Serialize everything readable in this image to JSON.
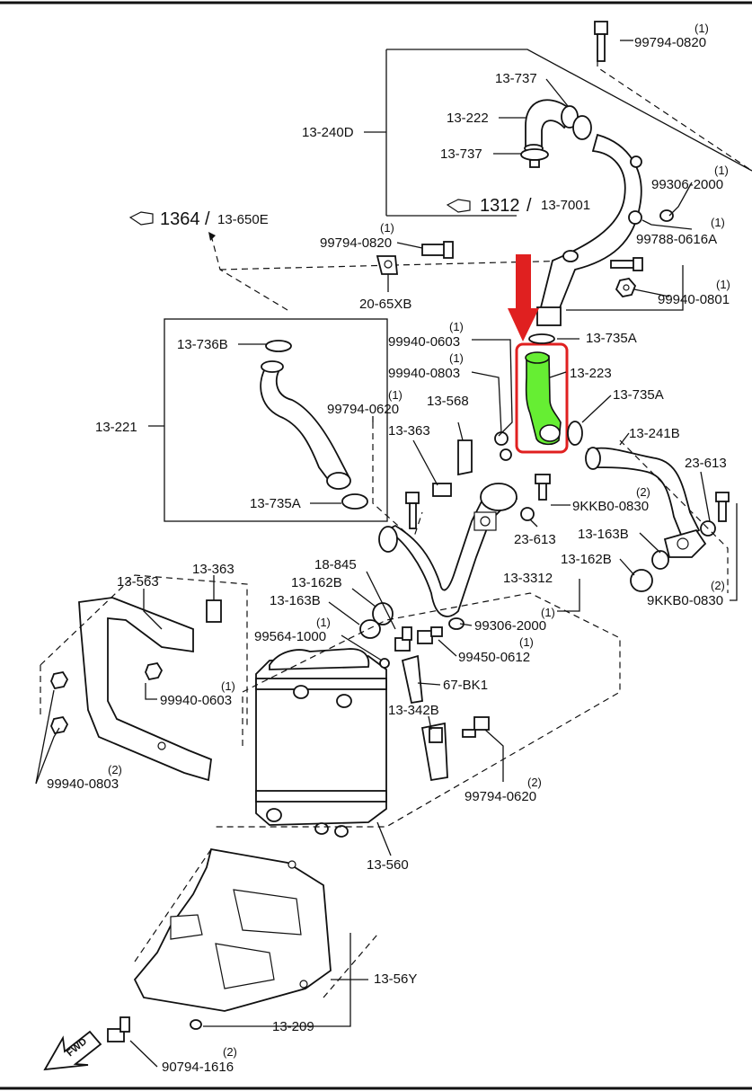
{
  "highlight_color": "#e02020",
  "hose_color": "#66ee33",
  "references": [
    {
      "id": "ref-1364",
      "page": "1364",
      "sep": "/",
      "code": "13-650E"
    },
    {
      "id": "ref-1312",
      "page": "1312",
      "sep": "/",
      "code": "13-7001"
    }
  ],
  "labels": [
    {
      "id": "99794-0820-top",
      "text": "99794-0820",
      "qty": "(1)"
    },
    {
      "id": "13-737-a",
      "text": "13-737"
    },
    {
      "id": "13-222",
      "text": "13-222"
    },
    {
      "id": "13-240D",
      "text": "13-240D"
    },
    {
      "id": "13-737-b",
      "text": "13-737"
    },
    {
      "id": "99306-2000-top",
      "text": "99306-2000",
      "qty": "(1)"
    },
    {
      "id": "99788-0616A",
      "text": "99788-0616A",
      "qty": "(1)"
    },
    {
      "id": "99794-0820-mid",
      "text": "99794-0820",
      "qty": "(1)"
    },
    {
      "id": "20-65XB",
      "text": "20-65XB"
    },
    {
      "id": "99940-0801",
      "text": "99940-0801",
      "qty": "(1)"
    },
    {
      "id": "13-736B",
      "text": "13-736B"
    },
    {
      "id": "99940-0603-top",
      "text": "99940-0603",
      "qty": "(1)"
    },
    {
      "id": "13-735A-a",
      "text": "13-735A"
    },
    {
      "id": "99940-0803-mid",
      "text": "99940-0803",
      "qty": "(1)"
    },
    {
      "id": "13-223",
      "text": "13-223"
    },
    {
      "id": "13-735A-b",
      "text": "13-735A"
    },
    {
      "id": "13-568",
      "text": "13-568"
    },
    {
      "id": "99794-0620-mid",
      "text": "99794-0620",
      "qty": "(1)"
    },
    {
      "id": "13-221",
      "text": "13-221"
    },
    {
      "id": "13-363-a",
      "text": "13-363"
    },
    {
      "id": "13-241B",
      "text": "13-241B"
    },
    {
      "id": "23-613-a",
      "text": "23-613"
    },
    {
      "id": "9KKB0-0830-a",
      "text": "9KKB0-0830",
      "qty": "(2)"
    },
    {
      "id": "13-735A-c",
      "text": "13-735A"
    },
    {
      "id": "23-613-b",
      "text": "23-613"
    },
    {
      "id": "13-163B-a",
      "text": "13-163B"
    },
    {
      "id": "13-162B-a",
      "text": "13-162B"
    },
    {
      "id": "13-563",
      "text": "13-563"
    },
    {
      "id": "13-363-b",
      "text": "13-363"
    },
    {
      "id": "18-845",
      "text": "18-845"
    },
    {
      "id": "13-162B-b",
      "text": "13-162B"
    },
    {
      "id": "13-3312",
      "text": "13-3312"
    },
    {
      "id": "9KKB0-0830-b",
      "text": "9KKB0-0830",
      "qty": "(2)"
    },
    {
      "id": "13-163B-b",
      "text": "13-163B"
    },
    {
      "id": "99306-2000-low",
      "text": "99306-2000",
      "qty": "(1)"
    },
    {
      "id": "99564-1000",
      "text": "99564-1000",
      "qty": "(1)"
    },
    {
      "id": "99450-0612",
      "text": "99450-0612",
      "qty": "(1)"
    },
    {
      "id": "99940-0603-low",
      "text": "99940-0603",
      "qty": "(1)"
    },
    {
      "id": "67-BK1",
      "text": "67-BK1"
    },
    {
      "id": "13-342B",
      "text": "13-342B"
    },
    {
      "id": "99940-0803-low",
      "text": "99940-0803",
      "qty": "(2)"
    },
    {
      "id": "99794-0620-low",
      "text": "99794-0620",
      "qty": "(2)"
    },
    {
      "id": "13-560",
      "text": "13-560"
    },
    {
      "id": "13-56Y",
      "text": "13-56Y"
    },
    {
      "id": "13-209",
      "text": "13-209"
    },
    {
      "id": "90794-1616",
      "text": "90794-1616",
      "qty": "(2)"
    }
  ],
  "fwd_label": "FWD"
}
